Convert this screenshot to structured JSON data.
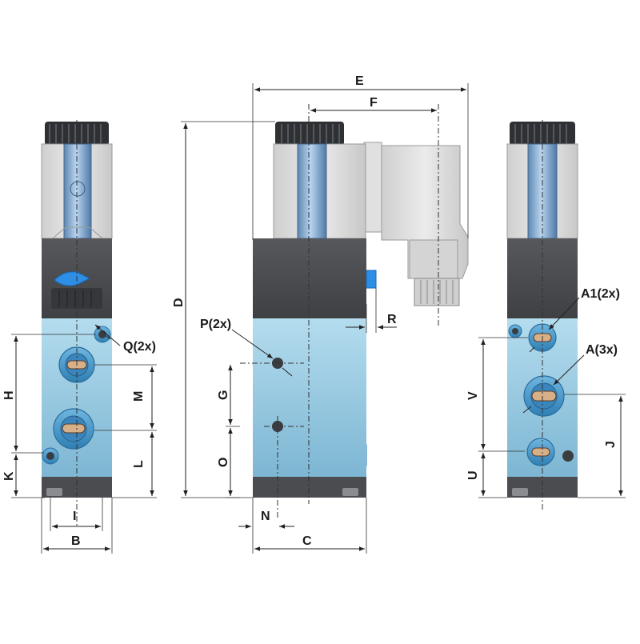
{
  "dimension_labels": {
    "E": "E",
    "F": "F",
    "D": "D",
    "R": "R",
    "P": "P(2x)",
    "G": "G",
    "O": "O",
    "N": "N",
    "C": "C",
    "Q": "Q(2x)",
    "H": "H",
    "M": "M",
    "L": "L",
    "K": "K",
    "I": "I",
    "B": "B",
    "A1": "A1(2x)",
    "A": "A(3x)",
    "V": "V",
    "J": "J",
    "U": "U"
  },
  "colors": {
    "body_blue": "#8fc3dc",
    "body_dark": "#4a4c50",
    "cap_dark": "#2e3034",
    "coil_grey": "#d8d8d8",
    "stem_blue": "#7fa9d0",
    "port_blue": "#3d8fc4",
    "indicator": "#2d8ee6"
  }
}
